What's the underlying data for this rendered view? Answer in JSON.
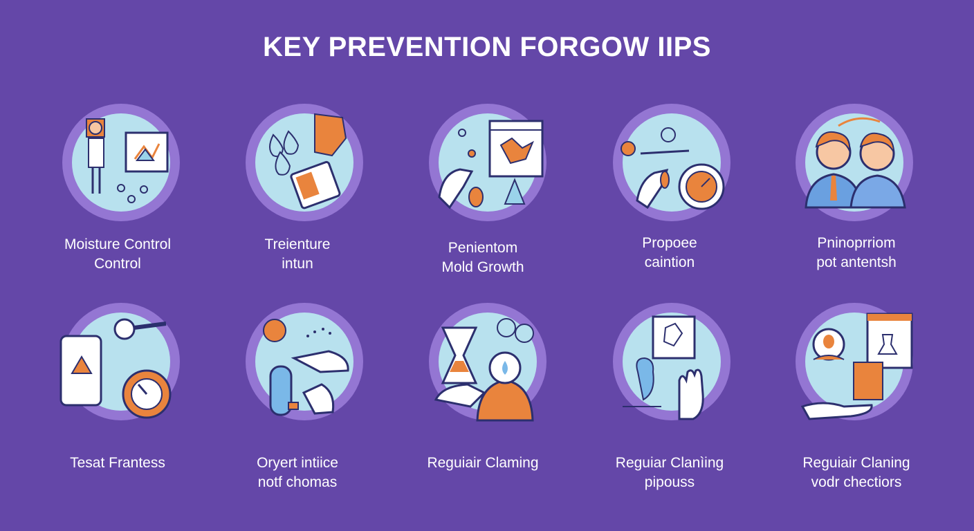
{
  "title": "KEY PREVENTION FORGOW IIPS",
  "colors": {
    "background": "#6447a8",
    "circle_ring": "#9476d3",
    "circle_fill": "#b8e1ee",
    "accent_orange": "#e9843d",
    "line_navy": "#2c2f6e"
  },
  "tips": [
    {
      "line1": "Moisture Control",
      "line2": "Control",
      "icon": "presenter-chart-icon"
    },
    {
      "line1": "Treienture",
      "line2": "intun",
      "icon": "water-drops-icon"
    },
    {
      "line1": "Penientom",
      "line2": "Mold Growth",
      "icon": "hand-mold-icon"
    },
    {
      "line1": "Propoee",
      "line2": "caintion",
      "icon": "gauge-hand-icon"
    },
    {
      "line1": "Pninoprriom",
      "line2": "pot antentsh",
      "icon": "people-icon"
    },
    {
      "line1": "Tesat Frantess",
      "line2": "",
      "icon": "tablet-gear-icon"
    },
    {
      "line1": "Oryert intiice",
      "line2": "notf chomas",
      "icon": "spray-hand-icon"
    },
    {
      "line1": "Reguiair Claming",
      "line2": "",
      "icon": "hourglass-person-icon"
    },
    {
      "line1": "Reguiar Clanìing",
      "line2": "pipouss",
      "icon": "board-hand-icon"
    },
    {
      "line1": "Reguiair Claning",
      "line2": "vodr chectiors",
      "icon": "clipboard-hand-icon"
    }
  ]
}
